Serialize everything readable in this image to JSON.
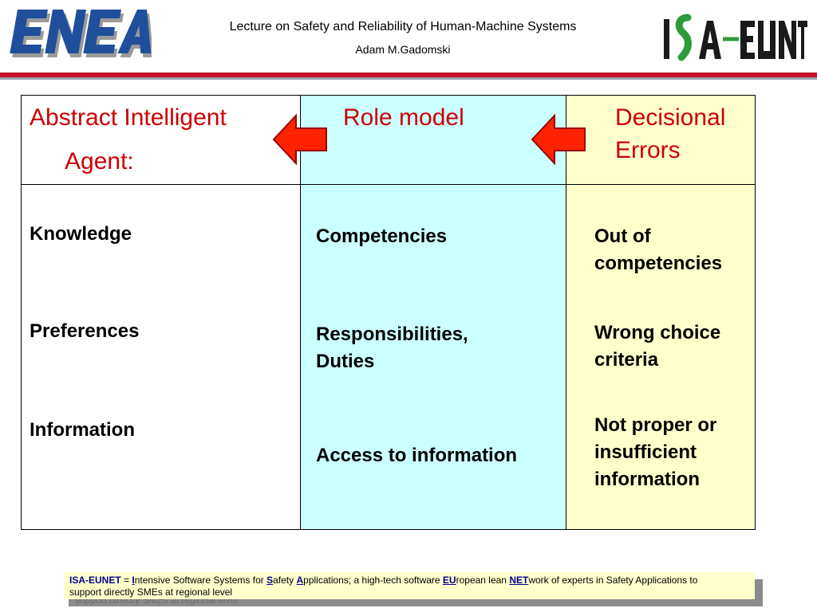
{
  "header": {
    "title": "Lecture on Safety and Reliability of Human-Machine Systems",
    "author": "Adam M.Gadomski",
    "left_logo": "ENEA",
    "right_logo": "ISA-EUNET",
    "accent_color": "#c8102e"
  },
  "table": {
    "columns": [
      {
        "heading_line1": "Abstract Intelligent",
        "heading_line2": "Agent:",
        "items": [
          "Knowledge",
          "Preferences",
          "Information"
        ]
      },
      {
        "heading_line1": "Role model",
        "items": [
          "Competencies",
          "Responsibilities,",
          "Duties",
          "Access to information"
        ]
      },
      {
        "heading_line1": "Decisional",
        "heading_line2": "Errors",
        "items": [
          "Out of",
          "competencies",
          "Wrong choice",
          "criteria",
          "Not proper or",
          "insufficient",
          "information"
        ]
      }
    ],
    "colors": {
      "heading": "#cc0000",
      "role_model_bg": "#ccffff",
      "errors_bg": "#ffffcc",
      "arrow_fill": "#ff2200"
    },
    "arrow_icon": "left-arrow-icon"
  },
  "footer": {
    "parts": [
      "ISA-EUNET",
      " = ",
      "I",
      "ntensive Software Systems for ",
      "S",
      "afety ",
      "A",
      "pplications; a high-tech software ",
      "EU",
      "ropean lean ",
      "NET",
      "work of experts in Safety Applications to",
      "support directly SMEs at regional level"
    ],
    "shadow_text": "support directly SMEs at regional level"
  }
}
